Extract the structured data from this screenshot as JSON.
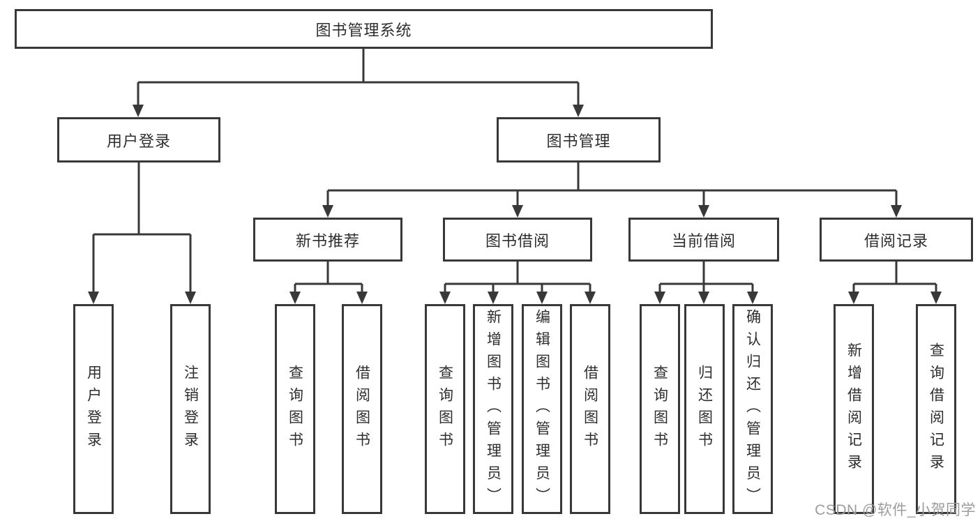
{
  "tree": {
    "root": {
      "label": "图书管理系统",
      "children": [
        {
          "label": "用户登录",
          "children": [
            {
              "label": "用户登录"
            },
            {
              "label": "注销登录"
            }
          ]
        },
        {
          "label": "图书管理",
          "children": [
            {
              "label": "新书推荐",
              "children": [
                {
                  "label": "查询图书"
                },
                {
                  "label": "借阅图书"
                }
              ]
            },
            {
              "label": "图书借阅",
              "children": [
                {
                  "label": "查询图书"
                },
                {
                  "label": "新增图书（管理员）"
                },
                {
                  "label": "编辑图书（管理员）"
                },
                {
                  "label": "借阅图书"
                }
              ]
            },
            {
              "label": "当前借阅",
              "children": [
                {
                  "label": "查询图书"
                },
                {
                  "label": "归还图书"
                },
                {
                  "label": "确认归还（管理员）"
                }
              ]
            },
            {
              "label": "借阅记录",
              "children": [
                {
                  "label": "新增借阅记录"
                },
                {
                  "label": "查询借阅记录"
                }
              ]
            }
          ]
        }
      ]
    }
  },
  "watermark": {
    "text": "CSDN @软件_小贺同学"
  },
  "colors": {
    "line": "#383838",
    "border": "#383838",
    "text": "#2e2e2e",
    "watermark": "#9c9c9c",
    "background": "#ffffff"
  }
}
